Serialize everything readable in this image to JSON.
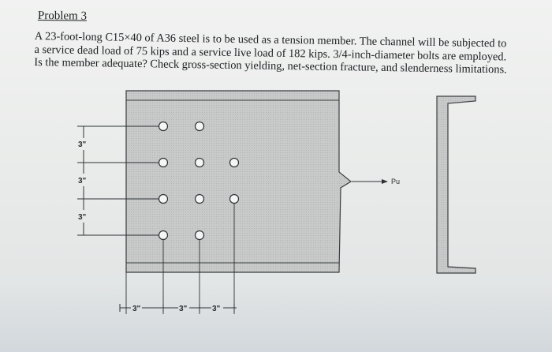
{
  "problem": {
    "heading": "Problem 3",
    "lines": [
      "A 23-foot-long C15×40 of A36 steel is to be used as a tension member. The channel will be subjected to",
      "a service dead load of 75 kips and a service live load of 182 kips. 3/4-inch-diameter bolts are employed.",
      "Is the member adequate? Check gross-section yielding, net-section fracture, and slenderness limitations."
    ]
  },
  "figure": {
    "vertical_spacings": [
      "3\"",
      "3\"",
      "3\""
    ],
    "horizontal_spacings": [
      "3\"",
      "3\"",
      "3\""
    ],
    "load_label": "Pu"
  }
}
